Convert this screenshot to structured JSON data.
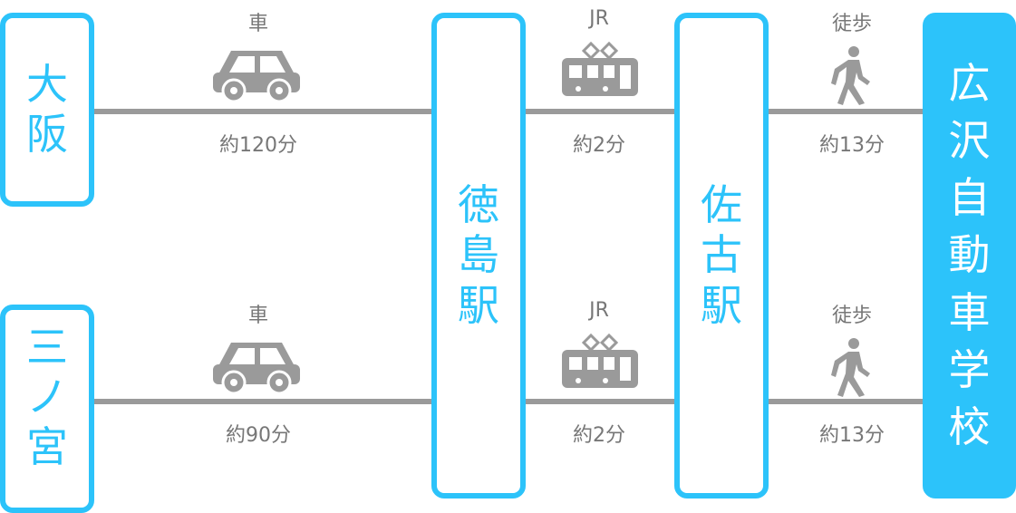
{
  "colors": {
    "accent": "#2cc3fa",
    "line": "#9a9a9a",
    "icon": "#9a9a9a",
    "text": "#777777"
  },
  "origins": [
    {
      "name_chars": [
        "大",
        "阪"
      ]
    },
    {
      "name_chars": [
        "三",
        "ノ",
        "宮"
      ]
    }
  ],
  "stations": [
    {
      "name_chars": [
        "徳",
        "島",
        "駅"
      ]
    },
    {
      "name_chars": [
        "佐",
        "古",
        "駅"
      ]
    }
  ],
  "destination": {
    "name_chars": [
      "広",
      "沢",
      "自",
      "動",
      "車",
      "学",
      "校"
    ]
  },
  "routes": [
    {
      "seg1": {
        "mode": "車",
        "icon": "car-icon",
        "time": "約120分"
      },
      "seg2": {
        "mode": "JR",
        "icon": "train-icon",
        "time": "約2分"
      },
      "seg3": {
        "mode": "徒歩",
        "icon": "walking-icon",
        "time": "約13分"
      }
    },
    {
      "seg1": {
        "mode": "車",
        "icon": "car-icon",
        "time": "約90分"
      },
      "seg2": {
        "mode": "JR",
        "icon": "train-icon",
        "time": "約2分"
      },
      "seg3": {
        "mode": "徒歩",
        "icon": "walking-icon",
        "time": "約13分"
      }
    }
  ]
}
